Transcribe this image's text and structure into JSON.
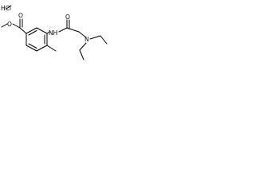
{
  "molecule": {
    "salt_label": "HCl",
    "ester_oxygen_label": "O",
    "carbonyl_oxygen_label": "O",
    "amide_nitrogen_label": "NH",
    "amine_nitrogen_label": "N",
    "amide_carbonyl_oxygen_label": "O"
  },
  "colors": {
    "bond": "#000000",
    "text": "#000000",
    "background": "#ffffff"
  }
}
